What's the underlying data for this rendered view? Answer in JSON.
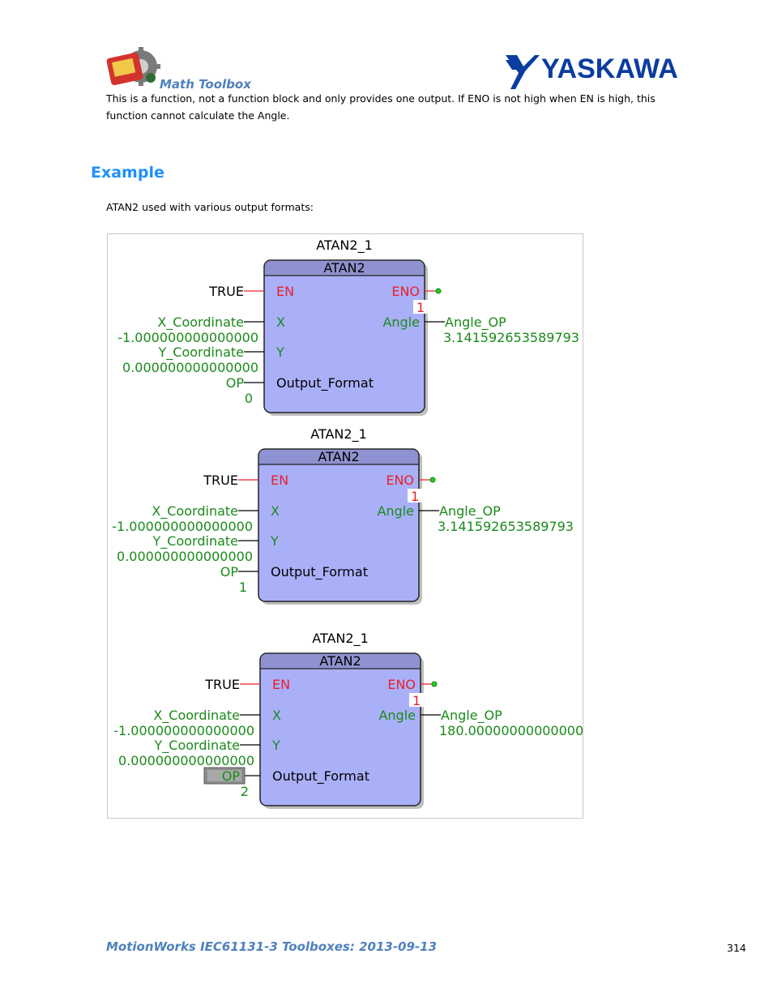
{
  "header": {
    "section_title": "Math Toolbox",
    "brand": "YASKAWA",
    "colors": {
      "section": "#4f81bd",
      "brand": "#0a3ca0"
    }
  },
  "body": {
    "intro_line1": "This is a function, not a function block and only provides one output.  If ENO is not high when EN is high, this",
    "intro_line2": "function cannot calculate the Angle.",
    "example_heading": "Example",
    "example_caption": "ATAN2 used with various output formats:"
  },
  "diagrams": [
    {
      "instance": "ATAN2_1",
      "block": "ATAN2",
      "pins": {
        "en": "EN",
        "eno": "ENO",
        "x": "X",
        "y": "Y",
        "angle": "Angle",
        "format": "Output_Format"
      },
      "inputs": {
        "en": "TRUE",
        "x_var": "X_Coordinate",
        "x_val": "-1.000000000000000",
        "y_var": "Y_Coordinate",
        "y_val": "0.000000000000000",
        "op_var": "OP",
        "op_val": "0"
      },
      "outputs": {
        "eno_count": "1",
        "angle_var": "Angle_OP",
        "angle_val": "3.141592653589793"
      },
      "op_selected": false
    },
    {
      "instance": "ATAN2_1",
      "block": "ATAN2",
      "pins": {
        "en": "EN",
        "eno": "ENO",
        "x": "X",
        "y": "Y",
        "angle": "Angle",
        "format": "Output_Format"
      },
      "inputs": {
        "en": "TRUE",
        "x_var": "X_Coordinate",
        "x_val": "-1.000000000000000",
        "y_var": "Y_Coordinate",
        "y_val": "0.000000000000000",
        "op_var": "OP",
        "op_val": "1"
      },
      "outputs": {
        "eno_count": "1",
        "angle_var": "Angle_OP",
        "angle_val": "3.141592653589793"
      },
      "op_selected": false
    },
    {
      "instance": "ATAN2_1",
      "block": "ATAN2",
      "pins": {
        "en": "EN",
        "eno": "ENO",
        "x": "X",
        "y": "Y",
        "angle": "Angle",
        "format": "Output_Format"
      },
      "inputs": {
        "en": "TRUE",
        "x_var": "X_Coordinate",
        "x_val": "-1.000000000000000",
        "y_var": "Y_Coordinate",
        "y_val": "0.000000000000000",
        "op_var": "OP",
        "op_val": "2"
      },
      "outputs": {
        "eno_count": "1",
        "angle_var": "Angle_OP",
        "angle_val": "180.000000000000000"
      },
      "op_selected": true
    }
  ],
  "diagram_colors": {
    "block_fill": "#aab0f8",
    "header_fill": "#8e92d0",
    "bool": "#e8202a",
    "value": "#1a8a1a",
    "text": "#000000"
  },
  "footer": {
    "title": "MotionWorks IEC61131-3 Toolboxes: 2013-09-13",
    "page_number": "314"
  }
}
